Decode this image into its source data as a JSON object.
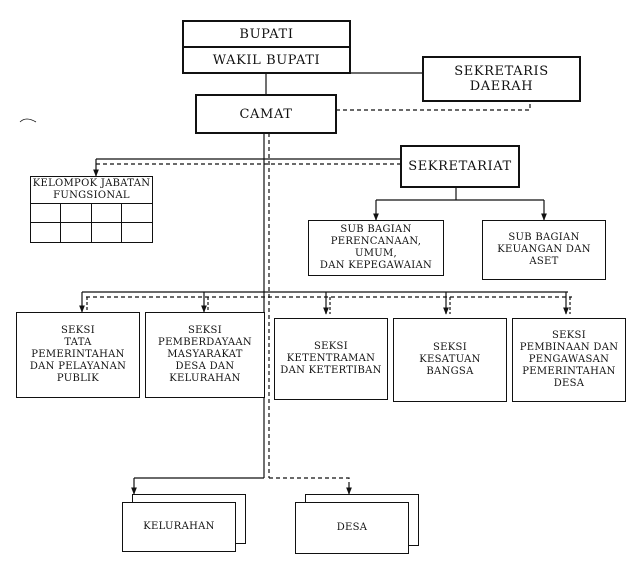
{
  "diagram": {
    "bupati": "BUPATI",
    "wakil_bupati": "WAKIL BUPATI",
    "sekretaris_daerah": "SEKRETARIS\nDAERAH",
    "camat": "CAMAT",
    "sekretariat": "SEKRETARIAT",
    "kelompok_jabatan_fungsional": "KELOMPOK JABATAN\nFUNGSIONAL",
    "subbag_perencanaan": "SUB BAGIAN\nPERENCANAAN, UMUM,\nDAN KEPEGAWAIAN",
    "subbag_keuangan": "SUB BAGIAN\nKEUANGAN DAN\nASET",
    "seksi_tata_pemerintahan": "SEKSI\nTATA\nPEMERINTAHAN\nDAN PELAYANAN\nPUBLIK",
    "seksi_pemberdayaan": "SEKSI\nPEMBERDAYAAN\nMASYARAKAT\nDESA DAN\nKELURAHAN",
    "seksi_ketentraman": "SEKSI\nKETENTRAMAN\nDAN KETERTIBAN",
    "seksi_kesatuan_bangsa": "SEKSI\nKESATUAN BANGSA",
    "seksi_pembinaan": "SEKSI\nPEMBINAAN DAN\nPENGAWASAN\nPEMERINTAHAN\nDESA",
    "kelurahan": "KELURAHAN",
    "desa": "DESA"
  }
}
